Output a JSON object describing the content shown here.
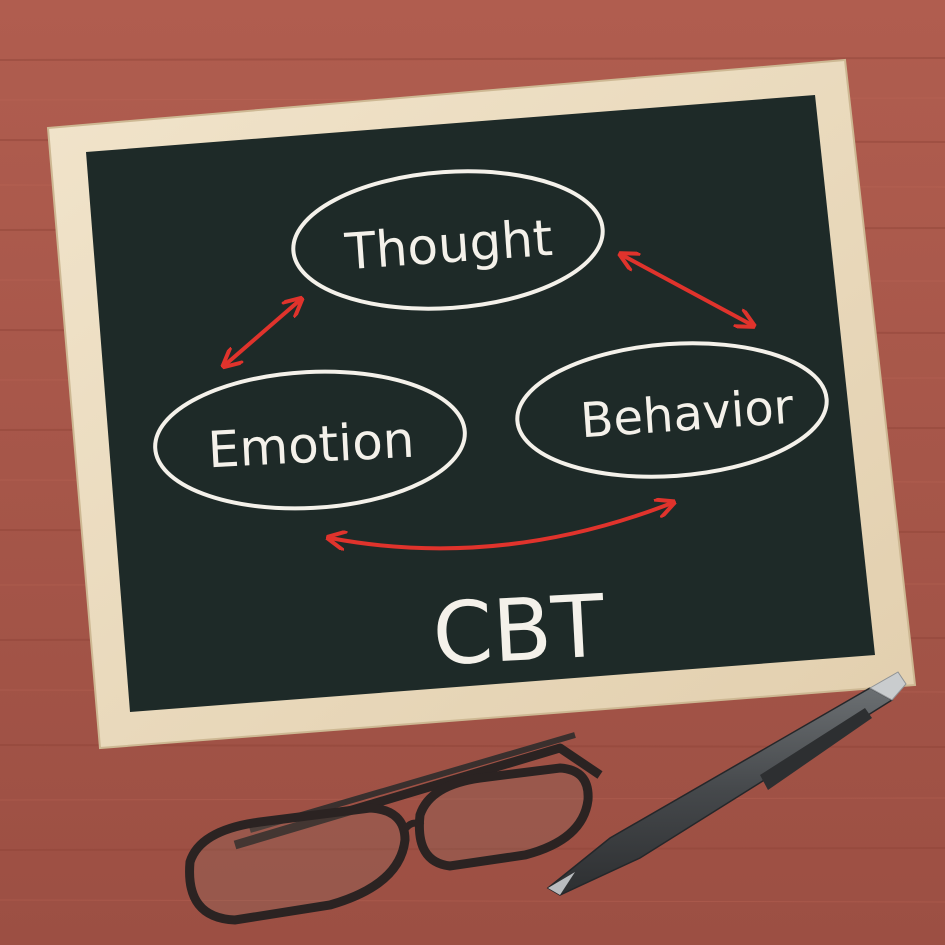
{
  "board": {
    "nodes": {
      "thought": "Thought",
      "emotion": "Emotion",
      "behavior": "Behavior"
    },
    "caption": "CBT"
  },
  "colors": {
    "table": "#a8574a",
    "table_dark": "#8f4438",
    "frame": "#ecdcc0",
    "board": "#1e2a28",
    "chalk": "#f4f1ea",
    "arrow": "#e0332c",
    "pen": "#4a4d50",
    "glasses": "#2b2322"
  },
  "objects": [
    "chalkboard",
    "reading-glasses",
    "pen"
  ]
}
